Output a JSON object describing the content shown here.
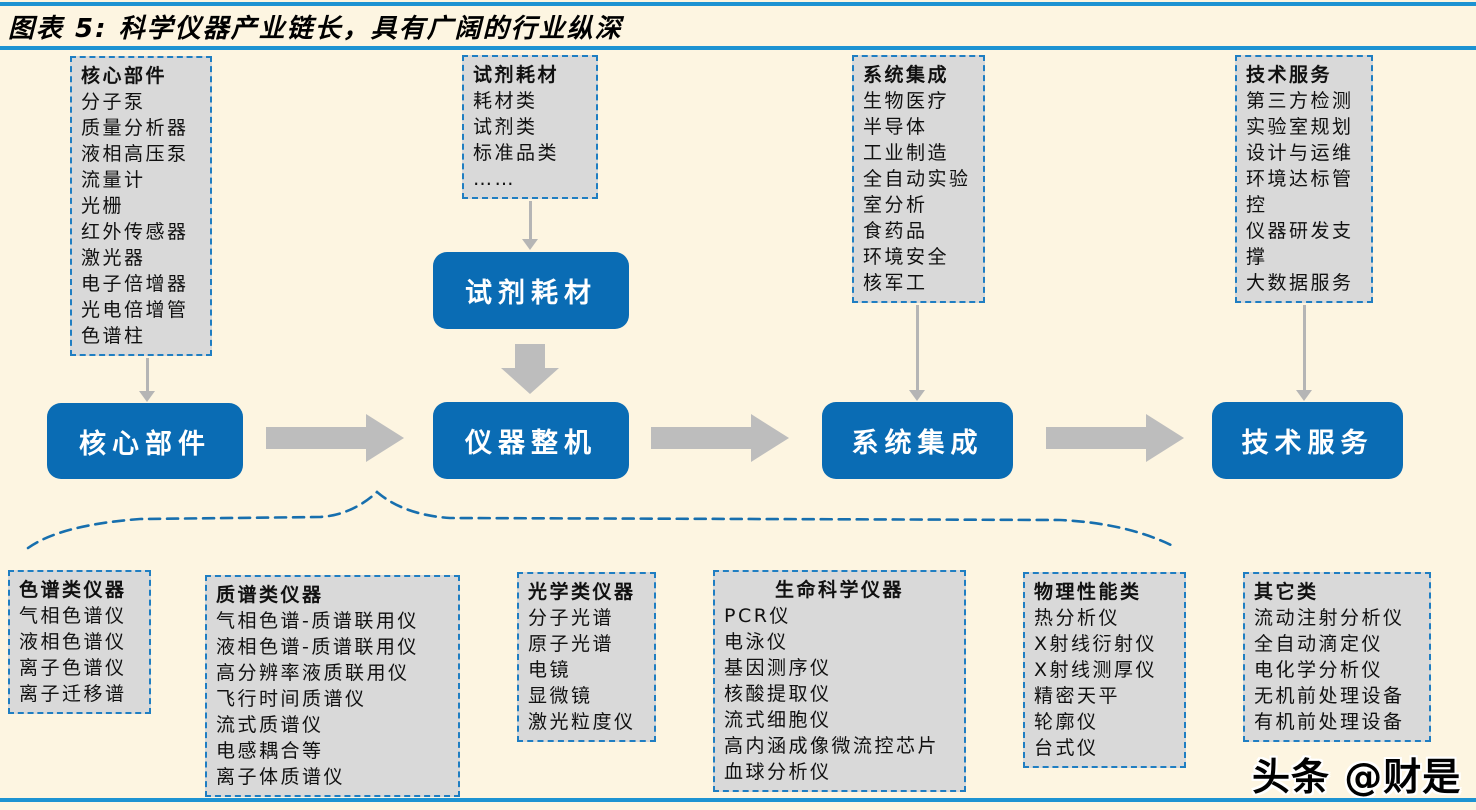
{
  "title": "图表 5: 科学仪器产业链长，具有广阔的行业纵深",
  "colors": {
    "accent_line_blue": "#1d93d2",
    "node_blue": "#0a6cb4",
    "box_gray": "#d9d9d9",
    "dashed_border_blue": "#1f7ec2",
    "brace_blue": "#176fae",
    "arrow_gray": "#bdbdbd",
    "background_cream": "#fdf5e1"
  },
  "top_boxes": [
    {
      "header": "核心部件",
      "items": [
        "分子泵",
        "质量分析器",
        "液相高压泵",
        "流量计",
        "光栅",
        "红外传感器",
        "激光器",
        "电子倍增器",
        "光电倍增管",
        "色谱柱"
      ]
    },
    {
      "header": "试剂耗材",
      "items": [
        "耗材类",
        "试剂类",
        "标准品类",
        "……"
      ]
    },
    {
      "header": "系统集成",
      "items": [
        "生物医疗",
        "半导体",
        "工业制造",
        "全自动实验",
        "室分析",
        "食药品",
        "环境安全",
        "核军工"
      ]
    },
    {
      "header": "技术服务",
      "items": [
        "第三方检测",
        "实验室规划",
        "设计与运维",
        "环境达标管",
        "控",
        "仪器研发支",
        "撑",
        "大数据服务"
      ]
    }
  ],
  "chain_nodes": [
    {
      "label": "核心部件"
    },
    {
      "label": "仪器整机"
    },
    {
      "label": "系统集成"
    },
    {
      "label": "技术服务"
    }
  ],
  "upper_node": {
    "label": "试剂耗材"
  },
  "bottom_boxes": [
    {
      "header": "色谱类仪器",
      "items": [
        "气相色谱仪",
        "液相色谱仪",
        "离子色谱仪",
        "离子迁移谱"
      ]
    },
    {
      "header": "质谱类仪器",
      "items": [
        "气相色谱-质谱联用仪",
        "液相色谱-质谱联用仪",
        "高分辨率液质联用仪",
        "飞行时间质谱仪",
        "流式质谱仪",
        "电感耦合等",
        "离子体质谱仪"
      ]
    },
    {
      "header": "光学类仪器",
      "items": [
        "分子光谱",
        "原子光谱",
        "电镜",
        "显微镜",
        "激光粒度仪"
      ]
    },
    {
      "header": "生命科学仪器",
      "items": [
        "PCR仪",
        "电泳仪",
        "基因测序仪",
        "核酸提取仪",
        "流式细胞仪",
        "高内涵成像微流控芯片",
        "血球分析仪"
      ]
    },
    {
      "header": "物理性能类",
      "items": [
        "热分析仪",
        "X射线衍射仪",
        "X射线测厚仪",
        "精密天平",
        "轮廓仪",
        "台式仪"
      ]
    },
    {
      "header": "其它类",
      "items": [
        "流动注射分析仪",
        "全自动滴定仪",
        "电化学分析仪",
        "无机前处理设备",
        "有机前处理设备"
      ]
    }
  ],
  "watermark": "头条 @财是"
}
